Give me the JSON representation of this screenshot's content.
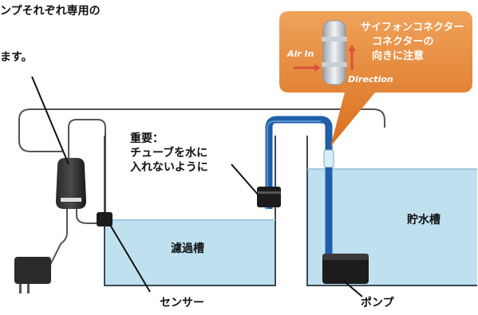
{
  "text": {
    "intro_line1": "ンプそれぞれ専用の",
    "intro_line2": "ます。",
    "important_line1": "重要：",
    "important_line2": "チューブを水に",
    "important_line3": "入れないように",
    "callout_title1": "サイフォンコネクター",
    "callout_title2": "コネクターの",
    "callout_title3": "向きに注意",
    "callout_air_in": "Air In",
    "callout_direction": "Direction",
    "filter_tank": "濾過槽",
    "reservoir_tank": "貯水槽",
    "sensor": "センサー",
    "pump": "ポンプ"
  },
  "colors": {
    "water": "#bfe0ef",
    "water_dark": "#a8d2e6",
    "tube_blue": "#1f5fa8",
    "tube_blue_light": "#5a93cf",
    "wire": "#555555",
    "callout_orange": "#e07b2c",
    "device_black": "#1c1c1c",
    "arrow_red": "#d9533a"
  }
}
